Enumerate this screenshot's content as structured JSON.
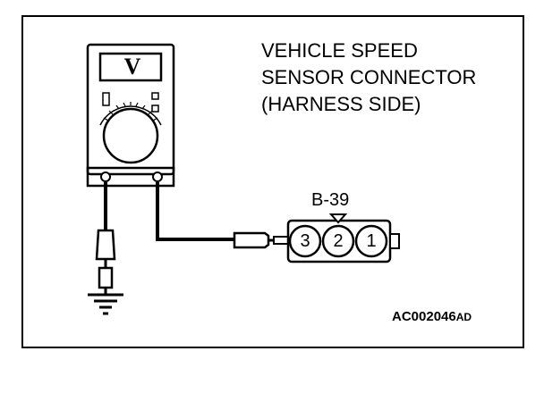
{
  "title_lines": [
    "VEHICLE SPEED",
    "SENSOR CONNECTOR",
    "(HARNESS SIDE)"
  ],
  "connector_id": "B-39",
  "pins": [
    "3",
    "2",
    "1"
  ],
  "meter_symbol": "V",
  "figure_code": "AC002046",
  "figure_code_suffix": "AD"
}
